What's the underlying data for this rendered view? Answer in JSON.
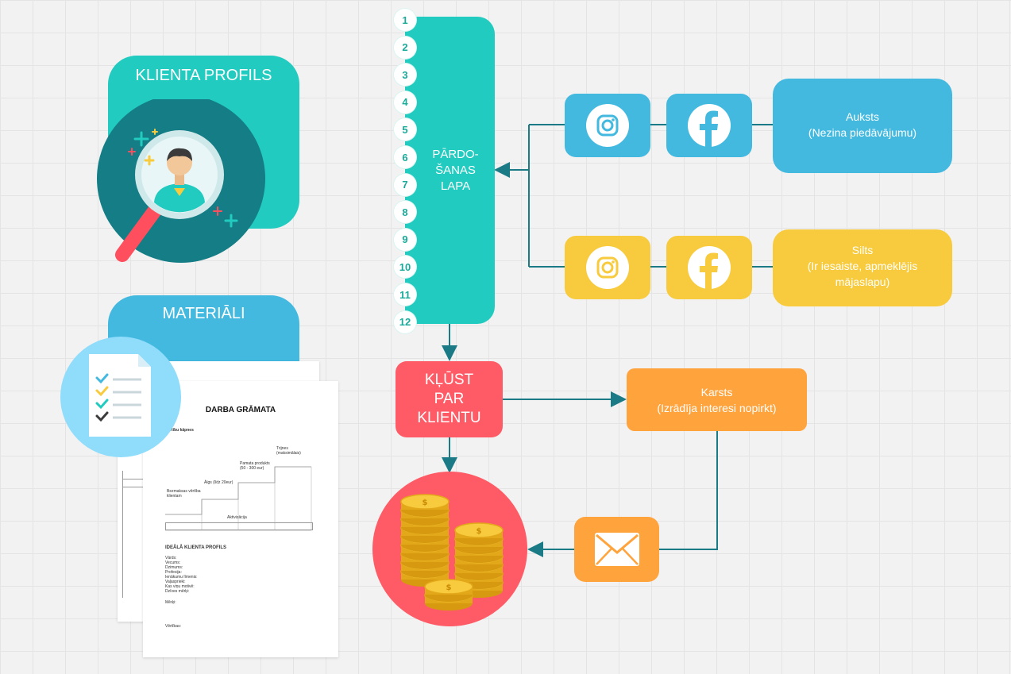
{
  "profile_card": {
    "title": "KLIENTA PROFILS"
  },
  "materials_card": {
    "title": "MATERIĀLI"
  },
  "sales_page": {
    "title": "PĀRDO-\nŠANAS\nLAPA",
    "steps": [
      "1",
      "2",
      "3",
      "4",
      "5",
      "6",
      "7",
      "8",
      "9",
      "10",
      "11",
      "12"
    ]
  },
  "cold": {
    "title": "Auksts",
    "subtitle": "(Nezina piedāvājumu)"
  },
  "warm": {
    "title": "Silts",
    "subtitle": "(Ir iesaiste, apmeklējis mājaslapu)"
  },
  "hot": {
    "title": "Karsts",
    "subtitle": "(Izrādīja interesi nopirkt)"
  },
  "become_client": {
    "title": "KĻŪST PAR KLIENTU"
  },
  "document": {
    "title": "DARBA GRĀMATA",
    "section1": "Vērtību kāpnes",
    "section2": "IDEĀLĀ KLIENTA PROFILS",
    "steps_labels": [
      "Bezmaksas vērtība klientam",
      "Ālgs (līdz 20eur)",
      "Pamata produkts (50 - 300 eur)",
      "Trijnes (maksimālais)"
    ],
    "axis_label": "Aktivizācija",
    "profile_fields": [
      "Vārds:",
      "Vecums:",
      "Dzimums:",
      "Profesija:",
      "Ienākumu līmenis:",
      "Vaļasprieki:",
      "Kas viņu motivē:",
      "Dzīves mērķi:"
    ],
    "footer_labels": [
      "Mērķi:",
      "Vērtības:"
    ]
  },
  "colors": {
    "teal": "#22cbbf",
    "blue": "#43b9e0",
    "yellow": "#f7cb3d",
    "orange": "#ffa33d",
    "red": "#ff5b66",
    "dark_teal": "#147d85",
    "connector": "#1a7a85"
  },
  "icons": [
    "instagram-icon",
    "facebook-icon",
    "envelope-icon",
    "coins-icon",
    "magnifier-person-icon",
    "checklist-icon"
  ]
}
